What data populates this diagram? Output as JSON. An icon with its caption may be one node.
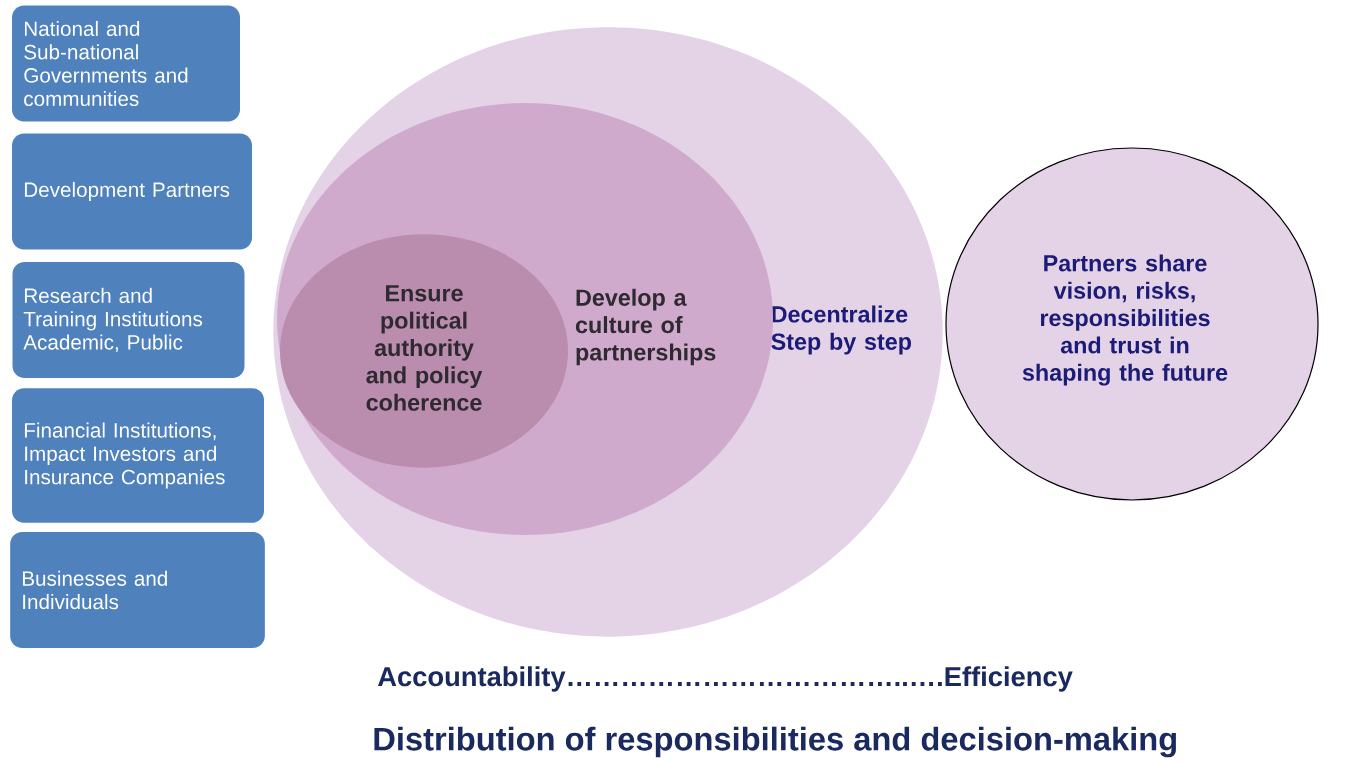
{
  "diagram": {
    "caption": "Distribution of responsibilities and decision-making",
    "nodes": [
      {
        "text": [
          "National and Sub-national Governments and communities"
        ]
      },
      {
        "text": [
          "Development Partners"
        ]
      },
      {
        "text": [
          "Research and Training Institutions Academic,  Public"
        ]
      },
      {
        "text": [
          "Financial Institutions, Impact Investors and Insurance Companies"
        ]
      },
      {
        "text": [
          "Businesses and Individuals"
        ]
      },
      {
        "text": [
          "Decentralize Step by step"
        ]
      },
      {
        "text": [
          "Develop a culture of partnerships"
        ],
        "in": 5
      },
      {
        "text": [
          "Ensure political authority and policy coherence"
        ],
        "in": 6
      },
      {
        "text": [
          "Partners share vision, risks, responsibilities and trust  in shaping the future"
        ]
      }
    ],
    "labels": [
      "Accountability………………………………..….Efficiency"
    ]
  }
}
